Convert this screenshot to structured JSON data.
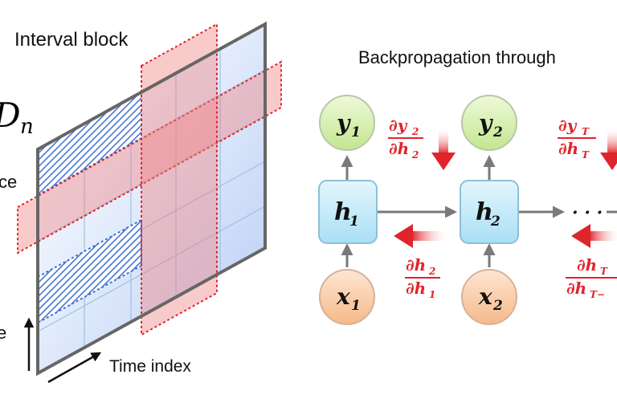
{
  "left_panel": {
    "title": "Interval block",
    "dataset_symbol": "D",
    "dataset_subscript": "n",
    "cut_label_fragment": "ce",
    "axis_fragment": "e",
    "time_label": "Time index"
  },
  "right_panel": {
    "title": "Backpropagation through",
    "nodes": {
      "y1": {
        "base": "y",
        "sub": "1"
      },
      "y2": {
        "base": "y",
        "sub": "2"
      },
      "h1": {
        "base": "h",
        "sub": "1"
      },
      "h2": {
        "base": "h",
        "sub": "2"
      },
      "x1": {
        "base": "x",
        "sub": "1"
      },
      "x2": {
        "base": "x",
        "sub": "2"
      }
    },
    "ellipsis": "· · ·",
    "gradients": {
      "g1": {
        "num": "∂y",
        "num_sub": "2",
        "den": "∂h",
        "den_sub": "2"
      },
      "g2": {
        "num": "∂h",
        "num_sub": "2",
        "den": "∂h",
        "den_sub": "1"
      },
      "g3": {
        "num": "∂y",
        "num_sub": "T",
        "den": "∂h",
        "den_sub": "T"
      },
      "g4": {
        "num": "∂h",
        "num_sub": "T",
        "den": "∂h",
        "den_sub": "T−"
      }
    }
  },
  "colors": {
    "red": "#e0242c",
    "blue_grid": "#c9d9f7",
    "node_green": "#d6efb2",
    "node_blue": "#c9ecfa",
    "node_orange": "#fad0ad"
  }
}
